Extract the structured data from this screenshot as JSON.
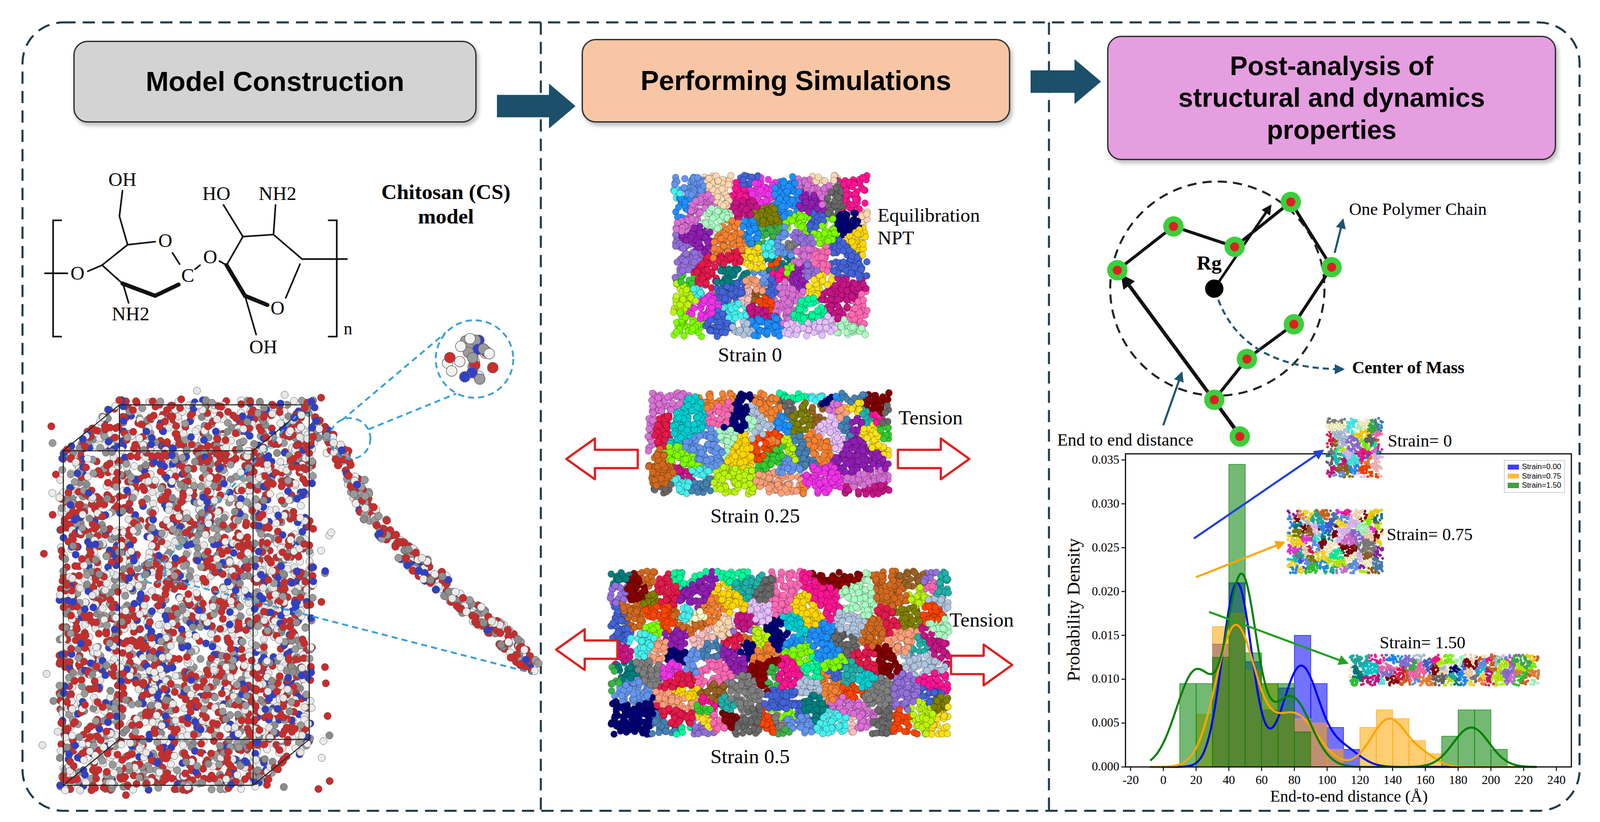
{
  "diagram": {
    "nodes": [
      {
        "text": [
          "Model Construction"
        ]
      },
      {
        "text": [
          "Performing Simulations"
        ]
      },
      {
        "text": [
          "Post-analysis of structural and dynamics properties"
        ]
      }
    ],
    "edges": [
      {
        "from": 0,
        "to": 1,
        "arrow": "to"
      },
      {
        "from": 1,
        "to": 2,
        "arrow": "to"
      }
    ],
    "labels": [
      "OH",
      "HO",
      "NH2",
      "Chitosan (CS) model",
      "O",
      "O",
      "O",
      "C",
      "O",
      "NH2",
      "n",
      "OH",
      "Equilibration NPT",
      "Strain 0",
      "Tension",
      "Strain 0.25",
      "Tension",
      "Strain 0.5",
      "One Polymer Chain",
      "Rg",
      "Center of Mass",
      "End to end distance",
      "Strain= 0",
      "Strain= 0.75",
      "Strain= 1.50",
      "0.035",
      "0.030",
      "0.025",
      "0.020",
      "0.015",
      "0.010",
      "0.005",
      "0.000",
      "Probability Density",
      "-20",
      "0",
      "20",
      "40",
      "60",
      "80",
      "100",
      "120",
      "140",
      "160",
      "180",
      "200",
      "220",
      "240",
      "End-to-end distance (Å)"
    ],
    "legend": [
      {
        "text": "Strain=0.00",
        "color": "#0000ff"
      },
      {
        "text": "Strain=0.75",
        "color": "#ffa500"
      },
      {
        "text": "Strain=1.50",
        "color": "#008000"
      }
    ]
  }
}
